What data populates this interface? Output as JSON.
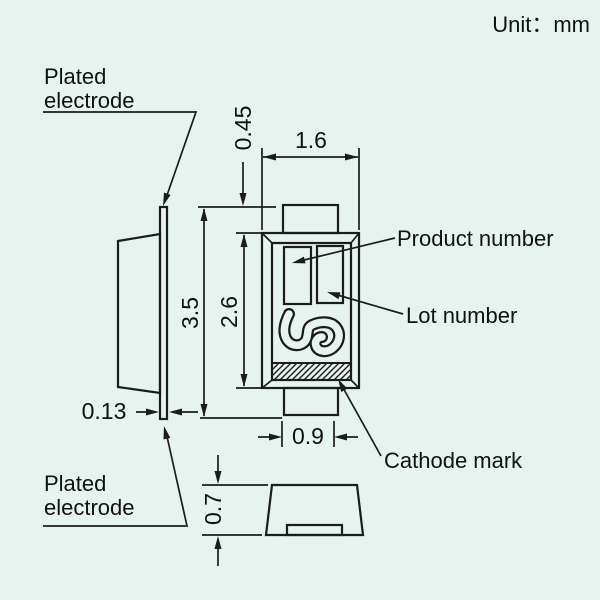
{
  "title": {
    "unit_label": "Unit：mm"
  },
  "annotations": {
    "plated_electrode_top": [
      "Plated",
      "electrode"
    ],
    "plated_electrode_bottom": [
      "Plated",
      "electrode"
    ],
    "product_number": "Product number",
    "lot_number": "Lot number",
    "cathode_mark": "Cathode mark"
  },
  "dimensions_mm": {
    "electrode_protrusion": "0.45",
    "body_width": "1.6",
    "overall_length": "3.5",
    "body_length": "2.6",
    "electrode_thickness": "0.13",
    "terminal_width": "0.9",
    "package_height": "0.7"
  },
  "colors": {
    "background": "#e7f3ee",
    "line": "#1c1c1c",
    "text": "#111111"
  }
}
